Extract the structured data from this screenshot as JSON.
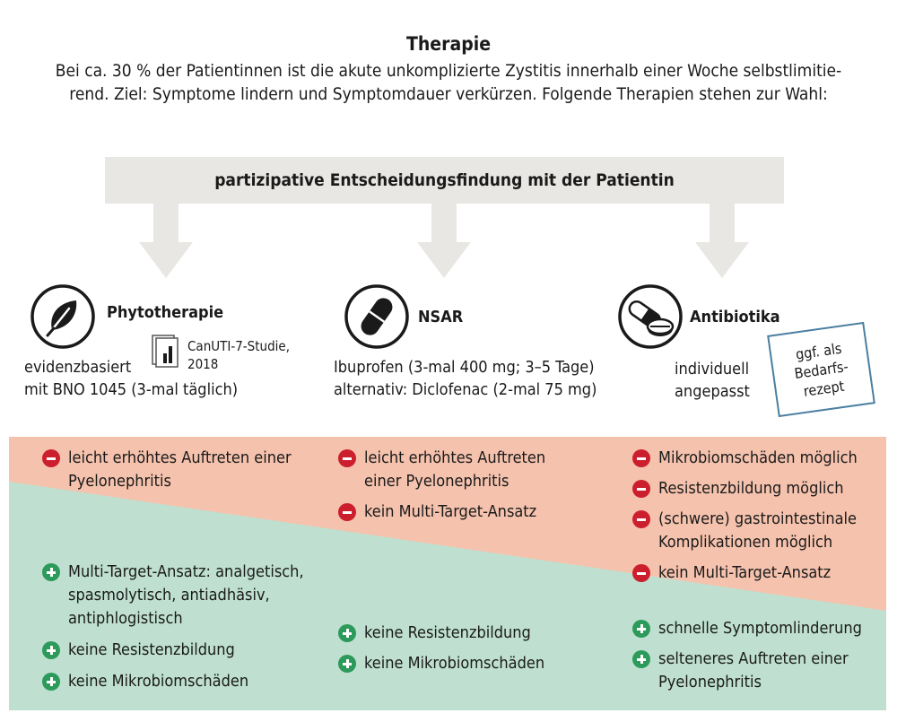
{
  "header": {
    "title": "Therapie",
    "intro_line1": "Bei ca. 30 % der Patientinnen ist die akute unkomplizierte Zystitis innerhalb einer Woche selbstlimitie-",
    "intro_line2": "rend. Ziel: Symptome lindern und Symptomdauer verkürzen. Folgende Therapien stehen zur Wahl:"
  },
  "decision_bar": "partizipative Entscheidungsfindung mit der Patientin",
  "colors": {
    "bar": "#e9e7e3",
    "arrow": "#e9e7e3",
    "contra_area": "#f5c2ad",
    "pro_area": "#bfe0d0",
    "minus": "#cc1f2e",
    "plus": "#2c9a5a",
    "note_border": "#4a7fa0"
  },
  "columns": [
    {
      "heading": "Phytotherapie",
      "icon": "leaf-icon",
      "desc_line1": "evidenzbasiert",
      "desc_line2": "mit BNO 1045 (3-mal täglich)",
      "study_icon": "study-document-icon",
      "study_line1": "CanUTI-7-Studie,",
      "study_line2": "2018",
      "contra": [
        {
          "line1": "leicht erhöhtes Auftreten einer",
          "line2": "Pyelonephritis"
        }
      ],
      "pro": [
        {
          "line1": "Multi-Target-Ansatz: analgetisch,",
          "line2": "spasmolytisch, antiadhäsiv,",
          "line3": "antiphlogistisch"
        },
        {
          "line1": "keine Resistenzbildung"
        },
        {
          "line1": "keine Mikrobiomschäden"
        }
      ]
    },
    {
      "heading": "NSAR",
      "icon": "capsule-icon",
      "desc_line1": "Ibuprofen (3-mal 400 mg; 3–5 Tage)",
      "desc_line2": "alternativ: Diclofenac (2-mal 75 mg)",
      "contra": [
        {
          "line1": "leicht erhöhtes Auftreten",
          "line2": "einer Pyelonephritis"
        },
        {
          "line1": "kein Multi-Target-Ansatz"
        }
      ],
      "pro": [
        {
          "line1": "keine Resistenzbildung"
        },
        {
          "line1": "keine Mikrobiomschäden"
        }
      ]
    },
    {
      "heading": "Antibiotika",
      "icon": "pills-icon",
      "desc_line1": "individuell",
      "desc_line2": "angepasst",
      "note_line1": "ggf. als",
      "note_line2": "Bedarfs-",
      "note_line3": "rezept",
      "contra": [
        {
          "line1": "Mikrobiomschäden möglich"
        },
        {
          "line1": "Resistenzbildung möglich"
        },
        {
          "line1": "(schwere) gastrointestinale",
          "line2": "Komplikationen möglich"
        },
        {
          "line1": "kein Multi-Target-Ansatz"
        }
      ],
      "pro": [
        {
          "line1": "schnelle Symptomlinderung"
        },
        {
          "line1": "selteneres Auftreten einer",
          "line2": "Pyelonephritis"
        }
      ]
    }
  ]
}
